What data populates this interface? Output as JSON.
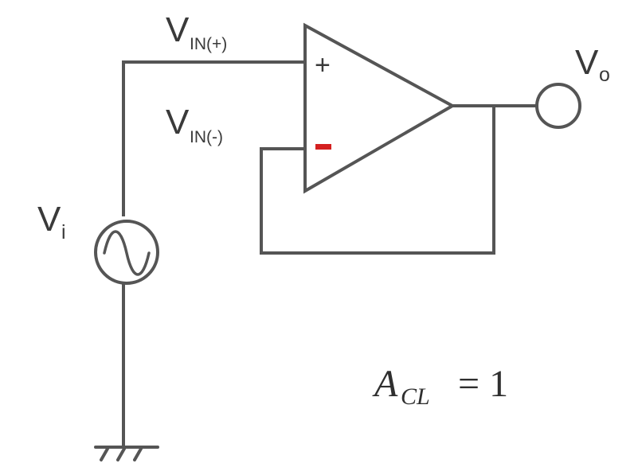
{
  "diagram": {
    "labels": {
      "vin_plus_main": "V",
      "vin_plus_sub": "IN(+)",
      "vin_minus_main": "V",
      "vin_minus_sub": "IN(-)",
      "vo_main": "V",
      "vo_sub": "o",
      "vi_main": "V",
      "vi_sub": "i",
      "plus_sign": "+",
      "minus_sign": "−"
    },
    "equation": {
      "symbol": "A",
      "subscript": "CL",
      "rhs": "= 1"
    },
    "colors": {
      "wire": "#555555",
      "text": "#3a3a3a",
      "minus_sign": "#d42020"
    }
  }
}
